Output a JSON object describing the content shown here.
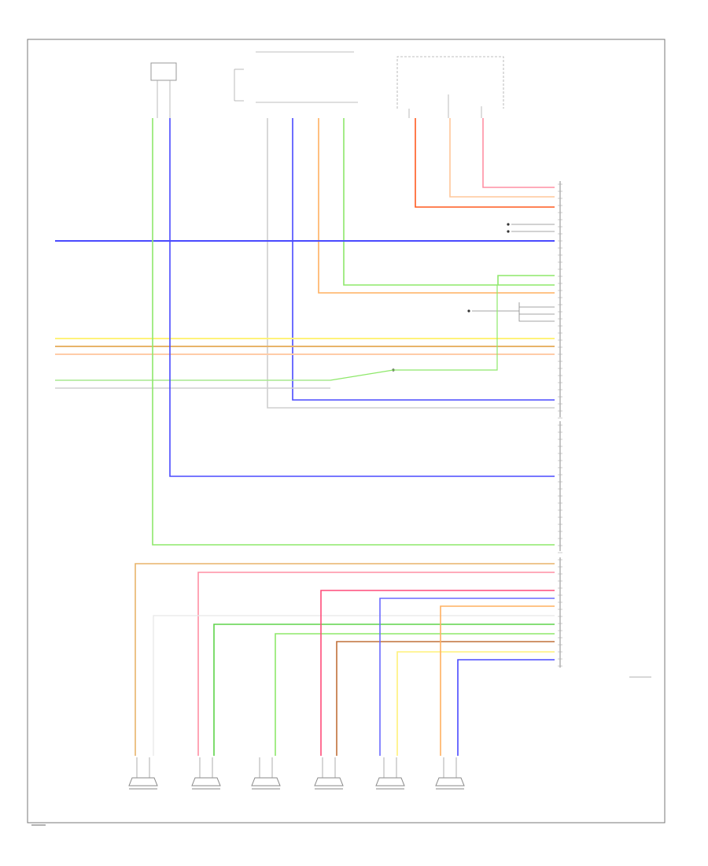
{
  "diagram": {
    "wire_colors": {
      "red": "#ff4c4c",
      "red_orange": "#ff5a1f",
      "orange": "#ffb060",
      "light_orange": "#ffc79a",
      "pink": "#ff8fa3",
      "blue": "#4a4aff",
      "light_blue": "#a8a8ff",
      "green": "#8ee86a",
      "dark_green": "#5fd34a",
      "yellow": "#fff27a",
      "pale_yellow": "#fff7b0",
      "tan": "#e8b46a",
      "peach": "#ffcca8",
      "brown": "#c0703a",
      "gray": "#cfcfcf"
    },
    "speakers": [
      {
        "name": "speaker-1"
      },
      {
        "name": "speaker-2"
      },
      {
        "name": "speaker-3"
      },
      {
        "name": "speaker-4"
      },
      {
        "name": "speaker-5"
      },
      {
        "name": "speaker-6"
      }
    ]
  }
}
